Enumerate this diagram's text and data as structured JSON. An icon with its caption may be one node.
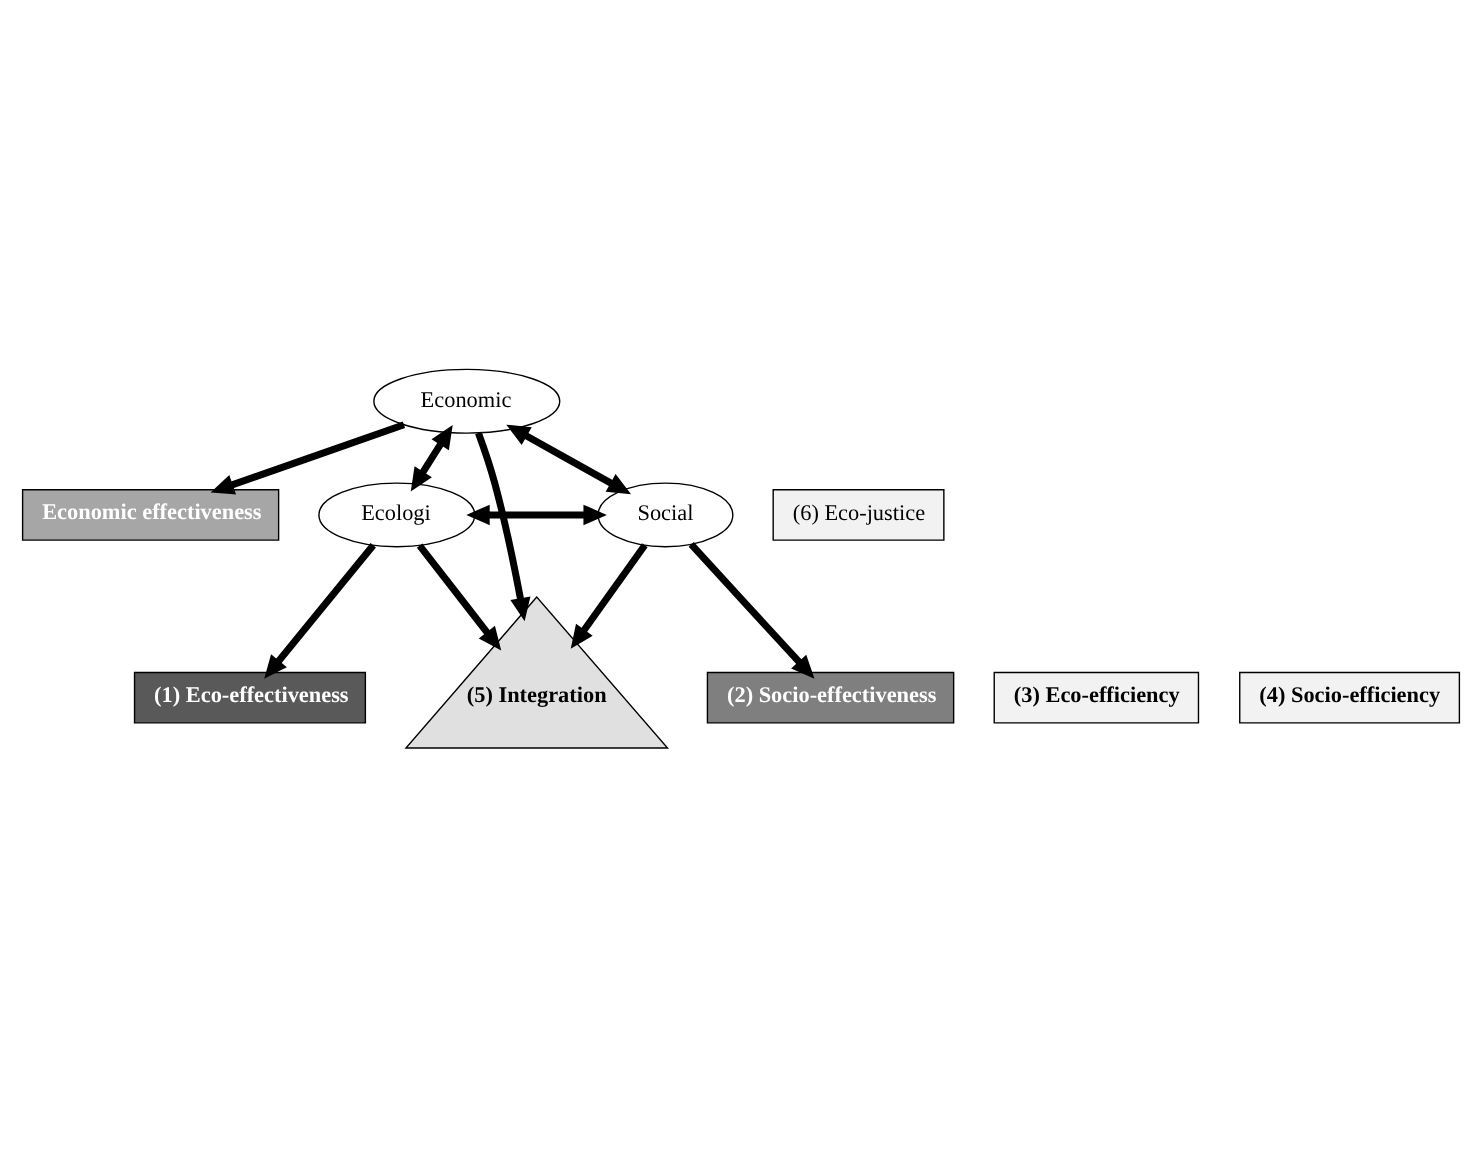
{
  "diagram": {
    "nodes": [
      {
        "text": [
          "Economic effectiveness"
        ]
      },
      {
        "text": [
          "Economic"
        ]
      },
      {
        "text": [
          "(3) Eco-efficiency"
        ]
      },
      {
        "text": [
          "(4) Socio-efficiency"
        ]
      },
      {
        "text": [
          "(5) Integration"
        ]
      },
      {
        "text": [
          "Ecologi"
        ]
      },
      {
        "text": [
          "Social"
        ]
      },
      {
        "text": [
          "(6) Eco-justice"
        ]
      },
      {
        "text": [
          "(1) Eco-effectiveness"
        ]
      },
      {
        "text": [
          "(2) Socio-effectiveness"
        ]
      }
    ],
    "edges": [
      {
        "from": 1,
        "to": 0,
        "arrow": "to"
      },
      {
        "from": 1,
        "to": 5,
        "arrow": "both"
      },
      {
        "from": 1,
        "to": 6,
        "arrow": "both"
      },
      {
        "from": 1,
        "to": 4,
        "arrow": "to"
      },
      {
        "from": 5,
        "to": 4,
        "arrow": "to"
      },
      {
        "from": 6,
        "to": 4,
        "arrow": "to"
      },
      {
        "from": 5,
        "to": 6,
        "arrow": "both"
      },
      {
        "from": 5,
        "to": 8,
        "arrow": "to"
      },
      {
        "from": 6,
        "to": 9,
        "arrow": "to"
      }
    ]
  }
}
